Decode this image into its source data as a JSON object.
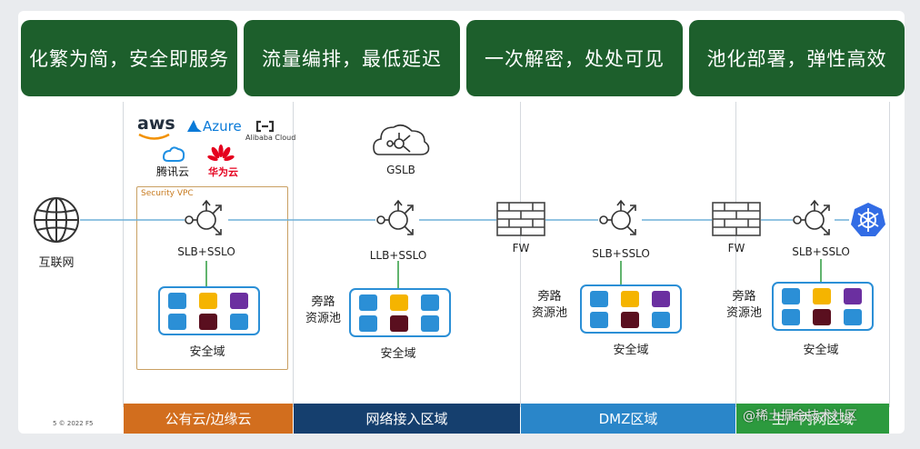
{
  "banners": [
    "化繁为简，安全即服务",
    "流量编排，最低延迟",
    "一次解密，处处可见",
    "池化部署，弹性高效"
  ],
  "zones": [
    "公有云/边缘云",
    "网络接入区域",
    "DMZ区域",
    "生产内网区域"
  ],
  "colors": {
    "banner_green": "#1d5f2c",
    "zone_public": "#d26e1e",
    "zone_access": "#153f6e",
    "zone_dmz": "#2a86c9",
    "zone_prod": "#2c9a3e",
    "pool_border": "#2b8fd6",
    "cell_blue": "#2b8fd6",
    "cell_yellow": "#f5b400",
    "cell_purple": "#6b2fa0",
    "cell_maroon": "#5a0f1f",
    "line": "#6fb1d8"
  },
  "internet": {
    "label": "互联网",
    "icon": "globe-icon"
  },
  "cloud_logos": {
    "aws": "aws",
    "azure": "Azure",
    "alibaba": "Alibaba Cloud",
    "tencent": "腾讯云",
    "huawei": "华为云"
  },
  "security_vpc": "Security VPC",
  "gslb": "GSLB",
  "nodes": {
    "n1": "SLB+SSLO",
    "n2": "LLB+SSLO",
    "n3": "SLB+SSLO",
    "n4": "SLB+SSLO"
  },
  "firewall_label": "FW",
  "bypass_label": "旁路\n资源池",
  "security_domain": "安全域",
  "footer_copyright": "5    © 2022 F5",
  "watermark": "@稀土掘金技术社区"
}
